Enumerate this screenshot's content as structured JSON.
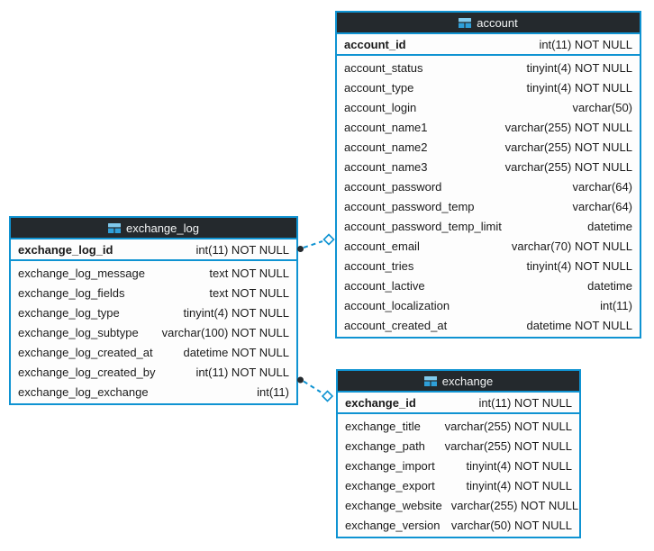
{
  "diagram": {
    "tables": [
      {
        "name": "account",
        "icon": "table-icon",
        "primary_key": {
          "name": "account_id",
          "type": "int(11) NOT NULL"
        },
        "columns": [
          {
            "name": "account_status",
            "type": "tinyint(4) NOT NULL"
          },
          {
            "name": "account_type",
            "type": "tinyint(4) NOT NULL"
          },
          {
            "name": "account_login",
            "type": "varchar(50)"
          },
          {
            "name": "account_name1",
            "type": "varchar(255) NOT NULL"
          },
          {
            "name": "account_name2",
            "type": "varchar(255) NOT NULL"
          },
          {
            "name": "account_name3",
            "type": "varchar(255) NOT NULL"
          },
          {
            "name": "account_password",
            "type": "varchar(64)"
          },
          {
            "name": "account_password_temp",
            "type": "varchar(64)"
          },
          {
            "name": "account_password_temp_limit",
            "type": "datetime"
          },
          {
            "name": "account_email",
            "type": "varchar(70) NOT NULL"
          },
          {
            "name": "account_tries",
            "type": "tinyint(4) NOT NULL"
          },
          {
            "name": "account_lactive",
            "type": "datetime"
          },
          {
            "name": "account_localization",
            "type": "int(11)"
          },
          {
            "name": "account_created_at",
            "type": "datetime NOT NULL"
          }
        ]
      },
      {
        "name": "exchange_log",
        "icon": "table-icon",
        "primary_key": {
          "name": "exchange_log_id",
          "type": "int(11) NOT NULL"
        },
        "columns": [
          {
            "name": "exchange_log_message",
            "type": "text NOT NULL"
          },
          {
            "name": "exchange_log_fields",
            "type": "text NOT NULL"
          },
          {
            "name": "exchange_log_type",
            "type": "tinyint(4) NOT NULL"
          },
          {
            "name": "exchange_log_subtype",
            "type": "varchar(100) NOT NULL"
          },
          {
            "name": "exchange_log_created_at",
            "type": "datetime NOT NULL"
          },
          {
            "name": "exchange_log_created_by",
            "type": "int(11) NOT NULL"
          },
          {
            "name": "exchange_log_exchange",
            "type": "int(11)"
          }
        ]
      },
      {
        "name": "exchange",
        "icon": "table-icon",
        "primary_key": {
          "name": "exchange_id",
          "type": "int(11) NOT NULL"
        },
        "columns": [
          {
            "name": "exchange_title",
            "type": "varchar(255) NOT NULL"
          },
          {
            "name": "exchange_path",
            "type": "varchar(255) NOT NULL"
          },
          {
            "name": "exchange_import",
            "type": "tinyint(4) NOT NULL"
          },
          {
            "name": "exchange_export",
            "type": "tinyint(4) NOT NULL"
          },
          {
            "name": "exchange_website",
            "type": "varchar(255) NOT NULL"
          },
          {
            "name": "exchange_version",
            "type": "varchar(50) NOT NULL"
          }
        ]
      }
    ],
    "connectors": [
      {
        "from_table": "exchange_log",
        "to_table": "account",
        "line_style": "dashed",
        "from_marker": "filled-circle",
        "to_marker": "open-diamond"
      },
      {
        "from_table": "exchange_log",
        "to_table": "exchange",
        "line_style": "dashed",
        "from_marker": "filled-circle",
        "to_marker": "open-diamond"
      }
    ],
    "colors": {
      "table_border": "#0f93d2",
      "header_bg": "#24292d",
      "header_text": "#f2f4f5",
      "row_text": "#1a1a1a",
      "canvas_bg": "#ffffff",
      "connector": "#0f93d2",
      "connector_dot": "#24292d"
    }
  }
}
